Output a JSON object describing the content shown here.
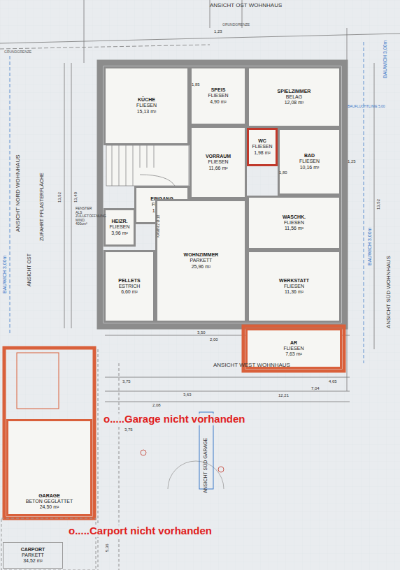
{
  "diagram": {
    "nodes": [
      {
        "text": [
          "KÜCHE",
          "FLIESEN",
          "15,13 m²"
        ]
      },
      {
        "text": [
          "SPEIS",
          "FLIESEN",
          "4,90 m²"
        ]
      },
      {
        "text": [
          "SPIELZIMMER",
          "BELAG",
          "12,08 m²"
        ]
      },
      {
        "text": [
          "VORRAUM",
          "FLIESEN",
          "11,66 m²"
        ]
      },
      {
        "text": [
          "WC",
          "FLIESEN",
          "1,98 m²"
        ]
      },
      {
        "text": [
          "BAD",
          "FLIESEN",
          "10,16 m²"
        ]
      },
      {
        "text": [
          "EINGANG",
          "FLIESEN",
          "12,66 m²"
        ]
      },
      {
        "text": [
          "HEIZR.",
          "FLIESEN",
          "3,96 m²"
        ]
      },
      {
        "text": [
          "WOHNZIMMER",
          "PARKETT",
          "25,96 m²"
        ]
      },
      {
        "text": [
          "WASCHK.",
          "FLIESEN",
          "11,56 m²"
        ]
      },
      {
        "text": [
          "PELLETS",
          "ESTRICH",
          "6,60 m²"
        ]
      },
      {
        "text": [
          "WERKSTATT",
          "FLIESEN",
          "11,36 m²"
        ]
      },
      {
        "text": [
          "AR",
          "FLIESEN",
          "7,63 m²"
        ]
      },
      {
        "text": [
          "GARAGE",
          "BETON GEGLÄTTET",
          "24,50 m²"
        ]
      },
      {
        "text": [
          "CARPORT",
          "PARKETT",
          "34,52 m²"
        ]
      }
    ],
    "labels": [
      "ANSICHT OST WOHNHAUS",
      "GRUNDGRENZE",
      "GRUNDGRENZE",
      "ANSICHT NORD WOHNHAUS",
      "ZUFAHRT PFLASTERFLÄCHE",
      "BAUWICH 3,00m",
      "BAUWICH 3,00m",
      "BAUWICH 3,00m",
      "BAUFLUCHTLINIE 5,00",
      "ANSICHT SÜD WOHNHAUS",
      "ANSICHT WEST WOHNHAUS",
      "ANSICHT SÜD GARAGE",
      "ANSICHT OST",
      "13,52",
      "13,40",
      "13,52",
      "12,21",
      "7,04",
      "4,65",
      "3,63",
      "2,08",
      "3,75",
      "3,75",
      "3,50",
      "2,00",
      "1,85",
      "1,80",
      "1,25",
      "KAMIN 2 Ø 18",
      "FENSTER ALS ZULUFTÖFFNUNG MIND. 400cm²",
      "5,36",
      "1,23",
      "o.....Garage nicht vorhanden",
      "o.....Carport nicht vorhanden"
    ]
  }
}
